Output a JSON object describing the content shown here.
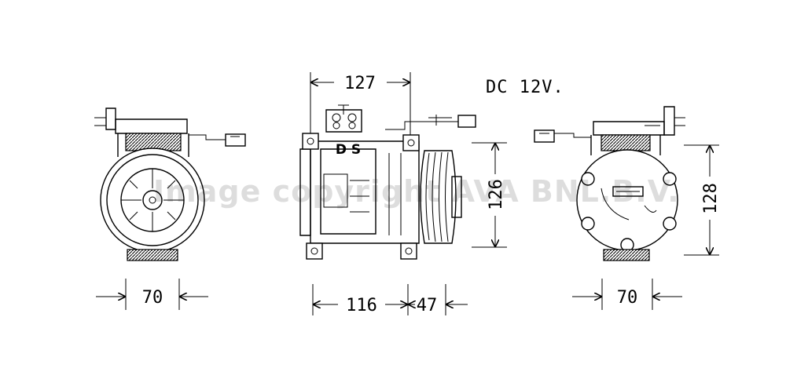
{
  "note": "DC 12V.",
  "body_label": "D S",
  "watermark": "Image copyright AVA BNL.B.V.",
  "dimensions": {
    "left_width": "70",
    "top_width": "127",
    "front_height": "126",
    "body_length": "116",
    "pulley_length": "47",
    "right_width": "70",
    "right_height": "128"
  },
  "colors": {
    "line": "#000000",
    "background": "#ffffff"
  }
}
